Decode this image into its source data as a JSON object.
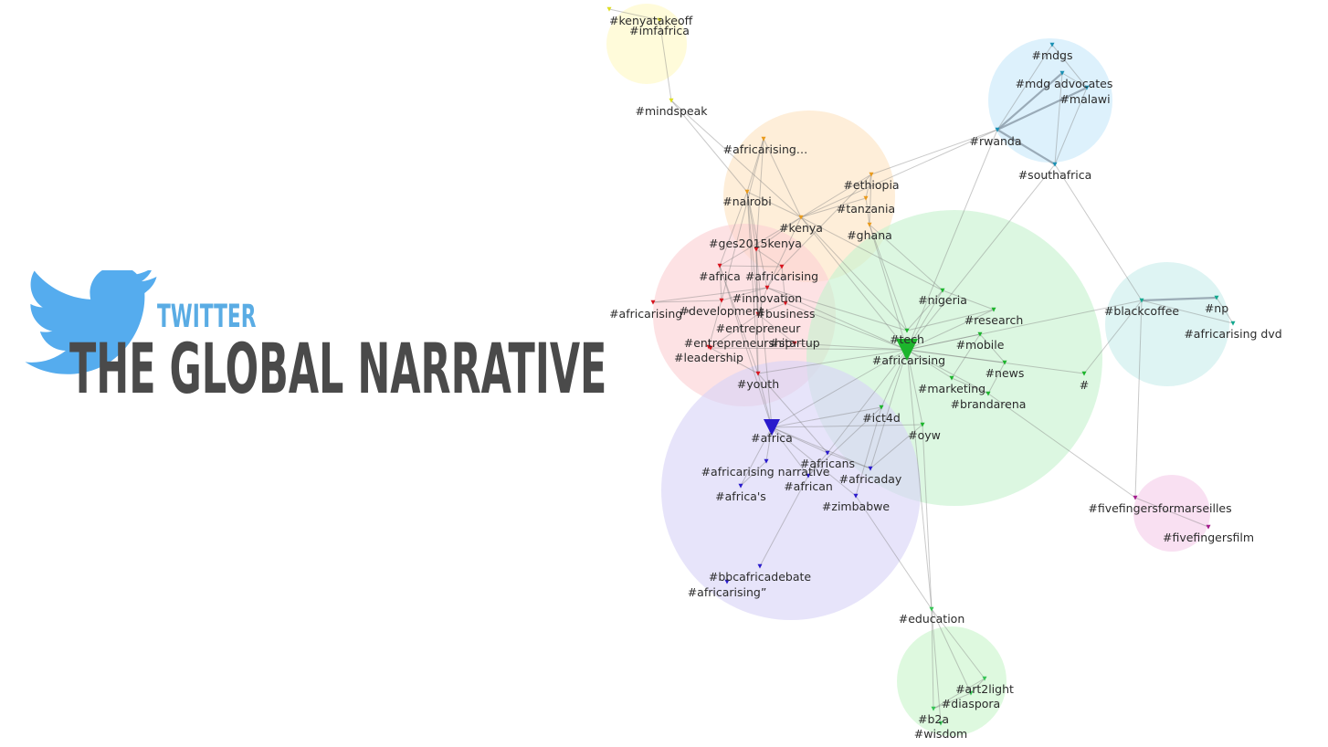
{
  "header": {
    "subtitle": "TWITTER",
    "title": "THE GLOBAL NARRATIVE"
  },
  "logo": {
    "icon": "twitter-bird-icon",
    "color": "#55acee"
  },
  "graph": {
    "clusters": [
      {
        "id": "yellow",
        "color": "#fff9c4"
      },
      {
        "id": "blue",
        "color": "#c8e9fa"
      },
      {
        "id": "orange",
        "color": "#fde3c2"
      },
      {
        "id": "red",
        "color": "#fcd0d4"
      },
      {
        "id": "green",
        "color": "#c6f2cf"
      },
      {
        "id": "teal",
        "color": "#c9eeec"
      },
      {
        "id": "purple",
        "color": "#d8d3f7"
      },
      {
        "id": "pink",
        "color": "#f5cdea"
      },
      {
        "id": "green2",
        "color": "#c9f5cc"
      }
    ],
    "nodes": [
      {
        "id": "kenyatakeoff",
        "label": "#kenyatakeoff",
        "cluster": "yellow"
      },
      {
        "id": "imfafrica",
        "label": "#imfafrica",
        "cluster": "yellow"
      },
      {
        "id": "mindspeak",
        "label": "#mindspeak",
        "cluster": "yellow"
      },
      {
        "id": "mdgs",
        "label": "#mdgs",
        "cluster": "blue"
      },
      {
        "id": "mdgadvocates",
        "label": "#mdg advocates",
        "cluster": "blue"
      },
      {
        "id": "malawi",
        "label": "#malawi",
        "cluster": "blue"
      },
      {
        "id": "rwanda",
        "label": "#rwanda",
        "cluster": "blue"
      },
      {
        "id": "southafrica",
        "label": "#southafrica",
        "cluster": "blue"
      },
      {
        "id": "africarising_ell",
        "label": "#africarising…",
        "cluster": "orange"
      },
      {
        "id": "ethiopia",
        "label": "#ethiopia",
        "cluster": "orange"
      },
      {
        "id": "nairobi",
        "label": "#nairobi",
        "cluster": "orange"
      },
      {
        "id": "tanzania",
        "label": "#tanzania",
        "cluster": "orange"
      },
      {
        "id": "kenya",
        "label": "#kenya",
        "cluster": "orange"
      },
      {
        "id": "ghana",
        "label": "#ghana",
        "cluster": "orange"
      },
      {
        "id": "ges2015kenya",
        "label": "#ges2015kenya",
        "cluster": "red"
      },
      {
        "id": "africa_r",
        "label": "#africa",
        "cluster": "red"
      },
      {
        "id": "africarising_r",
        "label": "#africarising",
        "cluster": "red"
      },
      {
        "id": "innovation",
        "label": "#innovation",
        "cluster": "red"
      },
      {
        "id": "africarising_q",
        "label": "#africarising \"",
        "cluster": "red"
      },
      {
        "id": "development",
        "label": "#development",
        "cluster": "red"
      },
      {
        "id": "business",
        "label": "#business",
        "cluster": "red"
      },
      {
        "id": "entrepreneur",
        "label": "#entrepreneur",
        "cluster": "red"
      },
      {
        "id": "entrepreneurship",
        "label": "#entrepreneurship",
        "cluster": "red"
      },
      {
        "id": "startup",
        "label": "#startup",
        "cluster": "red"
      },
      {
        "id": "leadership",
        "label": "#leadership",
        "cluster": "red"
      },
      {
        "id": "youth",
        "label": "#youth",
        "cluster": "red"
      },
      {
        "id": "nigeria",
        "label": "#nigeria",
        "cluster": "green"
      },
      {
        "id": "research",
        "label": "#research",
        "cluster": "green"
      },
      {
        "id": "tech",
        "label": "#tech",
        "cluster": "green"
      },
      {
        "id": "africarising_g",
        "label": "#africarising",
        "cluster": "green"
      },
      {
        "id": "mobile",
        "label": "#mobile",
        "cluster": "green"
      },
      {
        "id": "news",
        "label": "#news",
        "cluster": "green"
      },
      {
        "id": "marketing",
        "label": "#marketing",
        "cluster": "green"
      },
      {
        "id": "brandarena",
        "label": "#brandarena",
        "cluster": "green"
      },
      {
        "id": "hash",
        "label": "#",
        "cluster": "green"
      },
      {
        "id": "ict4d",
        "label": "#ict4d",
        "cluster": "green"
      },
      {
        "id": "oyw",
        "label": "#oyw",
        "cluster": "green"
      },
      {
        "id": "blackcoffee",
        "label": "#blackcoffee",
        "cluster": "teal"
      },
      {
        "id": "np",
        "label": "#np",
        "cluster": "teal"
      },
      {
        "id": "africarisingdvd",
        "label": "#africarising dvd",
        "cluster": "teal"
      },
      {
        "id": "africa_p",
        "label": "#africa",
        "cluster": "purple"
      },
      {
        "id": "africans",
        "label": "#africans",
        "cluster": "purple"
      },
      {
        "id": "africarisingnarrative",
        "label": "#africarising narrative",
        "cluster": "purple"
      },
      {
        "id": "africaday",
        "label": "#africaday",
        "cluster": "purple"
      },
      {
        "id": "african",
        "label": "#african",
        "cluster": "purple"
      },
      {
        "id": "africas",
        "label": "#africa's",
        "cluster": "purple"
      },
      {
        "id": "zimbabwe",
        "label": "#zimbabwe",
        "cluster": "purple"
      },
      {
        "id": "bbcafricadebate",
        "label": "#bbcafricadebate",
        "cluster": "purple"
      },
      {
        "id": "africarising_dq",
        "label": "#africarising”",
        "cluster": "purple"
      },
      {
        "id": "fivefingersformarseilles",
        "label": "#fivefingersformarseilles",
        "cluster": "pink"
      },
      {
        "id": "fivefingersfilm",
        "label": "#fivefingersfilm",
        "cluster": "pink"
      },
      {
        "id": "education",
        "label": "#education",
        "cluster": "green2"
      },
      {
        "id": "art2light",
        "label": "#art2light",
        "cluster": "green2"
      },
      {
        "id": "diaspora",
        "label": "#diaspora",
        "cluster": "green2"
      },
      {
        "id": "b2a",
        "label": "#b2a",
        "cluster": "green2"
      },
      {
        "id": "wisdom",
        "label": "#wisdom",
        "cluster": "green2"
      }
    ]
  }
}
